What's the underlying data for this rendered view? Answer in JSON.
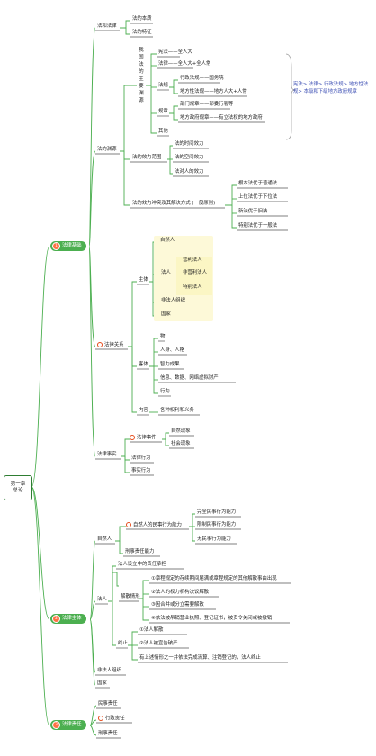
{
  "root": {
    "line1": "第一章",
    "line2": "总论"
  },
  "branches": {
    "basics": {
      "num": "1",
      "label": "法律基础"
    },
    "subject": {
      "num": "2",
      "label": "法律主体"
    },
    "liability": {
      "num": "3",
      "label": "法律责任"
    }
  },
  "law_concept": {
    "label": "法和法律",
    "children": [
      "法的本质",
      "法的特征"
    ]
  },
  "law_sources": {
    "label": "法的渊源",
    "vertical_title": [
      "我",
      "国",
      "法",
      "的",
      "主",
      "要",
      "渊",
      "源"
    ],
    "constitution": "宪法——全人大",
    "statute": "法律——全人大+全人常",
    "regulations": {
      "label": "法规",
      "admin": "行政法规——国务院",
      "local": "地方性法规——地方人大+人常"
    },
    "rules": {
      "label": "规章",
      "dept": "部门规章——部委行署等",
      "local": "地方政府规章——有立法权的地方政府"
    },
    "other": "其他",
    "note": [
      "宪法> 法律> 行政法规> 地方性法",
      "规> 本级和下级地方政府规章"
    ]
  },
  "effect_scope": {
    "label": "法的效力范围",
    "children": [
      "法的时间效力",
      "法的空间效力",
      "法对人的效力"
    ]
  },
  "conflict": {
    "label": "法的效力冲突及其解决方式 (一般原则)",
    "children": [
      "根本法优于普通法",
      "上位法优于下位法",
      "新法优于旧法",
      "特别法优于一般法"
    ]
  },
  "legal_relation": {
    "label": "法律关系",
    "subject": {
      "label": "主体",
      "natural": "自然人",
      "legal_person": {
        "label": "法人",
        "children": [
          "营利法人",
          "非营利法人",
          "特别法人"
        ]
      },
      "unincorporated": "非法人组织",
      "state": "国家"
    },
    "object": {
      "label": "客体",
      "children": [
        "物",
        "人身、人格",
        "智力成果",
        "信息、数据、网络虚拟财产",
        "行为"
      ]
    },
    "content": {
      "label": "内容",
      "value": "各种权利和义务"
    }
  },
  "legal_fact": {
    "label": "法律事实",
    "event": {
      "label": "法律事件",
      "children": [
        "自然现象",
        "社会现象"
      ]
    },
    "act": "法律行为",
    "factual_act": "事实行为"
  },
  "natural_person": {
    "label": "自然人",
    "civil_capacity": {
      "label": "自然人的民事行为能力",
      "children": [
        "完全民事行为能力",
        "限制民事行为能力",
        "无民事行为能力"
      ]
    },
    "criminal": "刑事责任能力"
  },
  "legal_person_section": {
    "label": "法人",
    "pre_establishment": "法人设立中的责任承担",
    "dissolution": {
      "label": "解散情形",
      "items": [
        "①章程规定的存续期间届满或章程规定的其他解散事由出现",
        "②法人的权力机构决议解散",
        "③因合并或分立需要解散",
        "④依法被吊销营业执照、登记证书，被责令关闭或被撤销"
      ]
    },
    "termination": {
      "label": "终止",
      "items": [
        "①法人解散",
        "②法人被宣告破产",
        "有上述情形之一并依法完成清算、注销登记的，法人终止"
      ]
    }
  },
  "unincorporated_org": "非法人组织",
  "state_subject": "国家",
  "liability_items": [
    "民事责任",
    "行政责任",
    "刑事责任"
  ],
  "colors": {
    "branch": "#4caf50",
    "line": "#4caf50",
    "accent": "#ff7043",
    "note": "#3f51b5",
    "highlight": "#fdf9d8"
  }
}
